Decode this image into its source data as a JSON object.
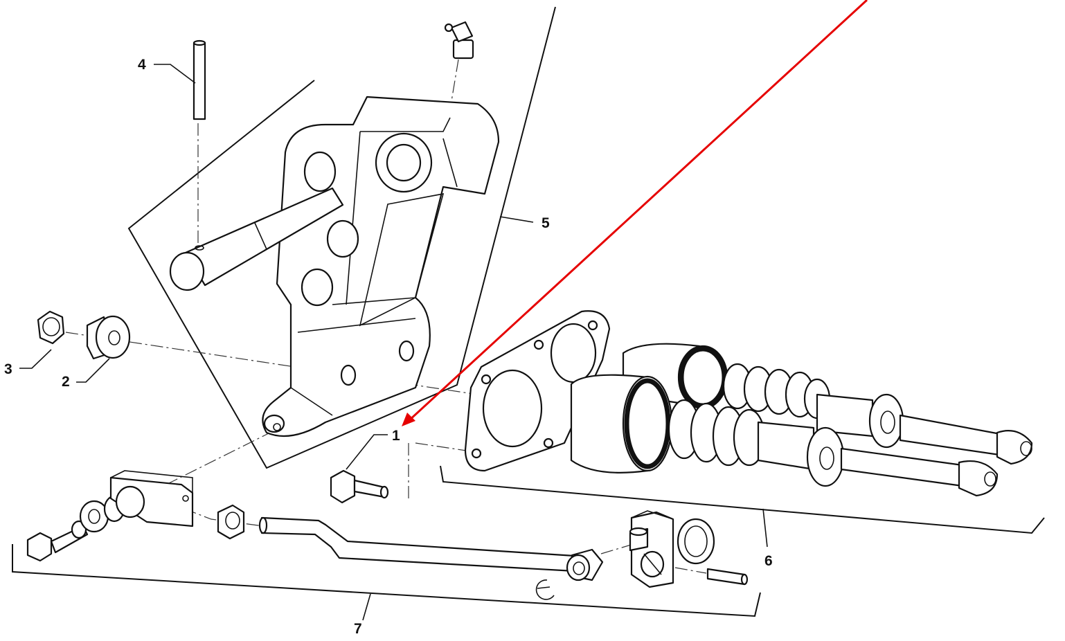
{
  "callouts": {
    "part_1": "1",
    "part_2": "2",
    "part_3": "3",
    "part_4": "4",
    "part_5": "5",
    "part_6": "6",
    "part_7": "7"
  },
  "colors": {
    "line": "#111111",
    "pointer_arrow": "#e60000",
    "background": "#ffffff"
  }
}
